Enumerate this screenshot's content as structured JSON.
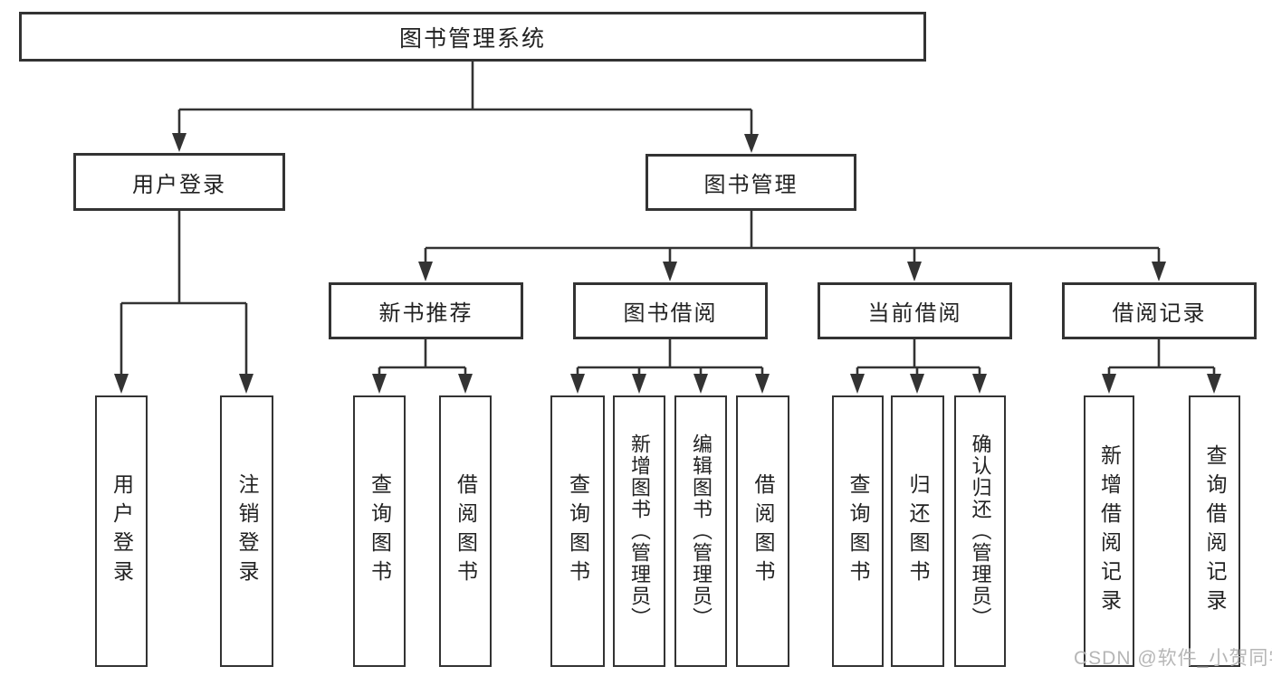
{
  "diagram": {
    "root": {
      "label": "图书管理系统"
    },
    "level2": [
      {
        "id": "user-login",
        "label": "用户登录"
      },
      {
        "id": "book-management",
        "label": "图书管理"
      }
    ],
    "level3": [
      {
        "id": "new-book-recommendation",
        "label": "新书推荐",
        "parent": "图书管理"
      },
      {
        "id": "book-borrowing",
        "label": "图书借阅",
        "parent": "图书管理"
      },
      {
        "id": "current-borrowing",
        "label": "当前借阅",
        "parent": "图书管理"
      },
      {
        "id": "borrowing-records",
        "label": "借阅记录",
        "parent": "图书管理"
      }
    ],
    "leaves": [
      {
        "label": "用户登录",
        "parent": "用户登录"
      },
      {
        "label": "注销登录",
        "parent": "用户登录"
      },
      {
        "label": "查询图书",
        "parent": "新书推荐"
      },
      {
        "label": "借阅图书",
        "parent": "新书推荐"
      },
      {
        "label": "查询图书",
        "parent": "图书借阅"
      },
      {
        "label": "新增图书（管理员）",
        "parent": "图书借阅"
      },
      {
        "label": "编辑图书（管理员）",
        "parent": "图书借阅"
      },
      {
        "label": "借阅图书",
        "parent": "图书借阅"
      },
      {
        "label": "查询图书",
        "parent": "当前借阅"
      },
      {
        "label": "归还图书",
        "parent": "当前借阅"
      },
      {
        "label": "确认归还（管理员）",
        "parent": "当前借阅"
      },
      {
        "label": "新增借阅记录",
        "parent": "借阅记录"
      },
      {
        "label": "查询借阅记录",
        "parent": "借阅记录"
      }
    ]
  },
  "watermark": {
    "text": "CSDN @软件_小贺同学"
  },
  "colors": {
    "line": "#333333",
    "border": "#333333",
    "text": "#222222",
    "watermark": "#b6b6b6",
    "background": "#ffffff"
  }
}
